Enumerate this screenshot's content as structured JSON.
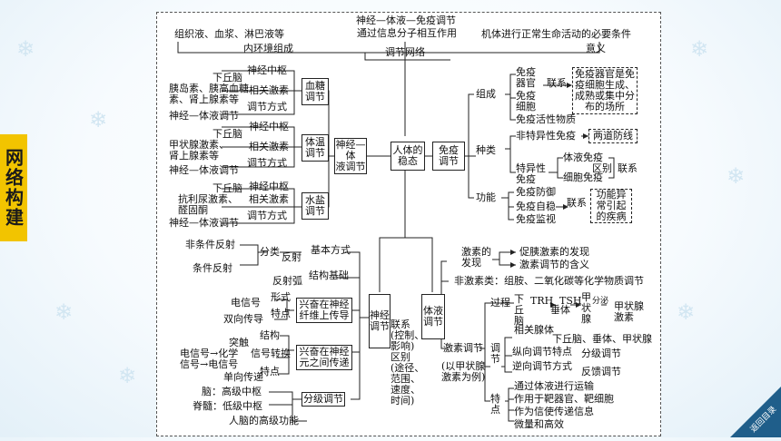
{
  "side_title": "网络构建",
  "back_button": "返回目录",
  "top": {
    "center_title_1": "神经—体液—免疫调节",
    "center_title_2": "通过信息分子相互作用",
    "left_note": "组织液、血浆、淋巴液等",
    "right_note": "机体进行正常生命活动的必要条件",
    "link_left": "内环境组成",
    "link_center": "调节网络",
    "link_right": "意义"
  },
  "center": {
    "nh": "神经—体\n液调节",
    "homeo": "人体的\n稳态",
    "immune": "免疫\n调节"
  },
  "left_upper": {
    "sugar": {
      "box": "血糖\n调节",
      "center_label": "神经中枢",
      "center": "下丘脑",
      "hormone_label": "相关激素",
      "hormone": "胰岛素、胰高血糖\n素、肾上腺素等",
      "mode_label": "调节方式",
      "mode": "神经—体液调节"
    },
    "temp": {
      "box": "体温\n调节",
      "center_label": "神经中枢",
      "center": "下丘脑",
      "hormone_label": "相关激素",
      "hormone": "甲状腺激素、\n肾上腺素等",
      "mode_label": "调节方式",
      "mode": "神经—体液调节"
    },
    "water": {
      "box": "水盐\n调节",
      "center_label": "神经中枢",
      "center": "下丘脑",
      "hormone_label": "相关激素",
      "hormone": "抗利尿激素、\n醛固酮",
      "mode_label": "调节方式",
      "mode": "神经—体液调节"
    }
  },
  "immune": {
    "composition": "组成",
    "organ": "免疫\n器官",
    "cell": "免疫\n细胞",
    "active": "免疫活性物质",
    "link": "联系",
    "organ_note": "免疫器官是免\n疫细胞生成、\n成熟或集中分\n布的场所",
    "types": "种类",
    "nonspecific": "非特异性免疫",
    "two_lines": "两道防线",
    "specific": "特异性\n免疫",
    "humoral": "体液免疫",
    "cellular": "细胞免疫",
    "diff": "区别",
    "rel": "联系",
    "function": "功能",
    "defense": "免疫防御",
    "selfstable": "免疫自稳",
    "surveil": "免疫监视",
    "func_link": "联系",
    "func_note": "功能异\n常引起\n的疾病"
  },
  "neural": {
    "box": "神经\n调节",
    "basic_mode": "基本方式",
    "reflex": "反射",
    "classify": "分类",
    "uncond": "非条件反射",
    "cond": "条件反射",
    "arc": "反射弧",
    "structure_basis": "结构基础",
    "fiber": "兴奋在神经\n纤维上传导",
    "form": "形式",
    "feature": "特点",
    "electric": "电信号",
    "bidir": "双向传导",
    "between": "兴奋在神经\n元之间传递",
    "structure": "结构",
    "conversion": "信号转换",
    "feature2": "特点",
    "synapse": "突触",
    "e2c": "电信号→化学",
    "c2e": "信号→电信号",
    "oneway": "单向传递",
    "graded": "分级调节",
    "brain": "脑：高级中枢",
    "spinal": "脊髓：低级中枢",
    "highfunc": "人脑的高级功能"
  },
  "humoral": {
    "box": "体液\n调节",
    "link": "联系\n(控制、\n影响)\n区别\n(途径、\n范围、\n速度、\n时间)",
    "discovery": "激素的\n发现",
    "secretin": "促胰激素的发现",
    "concept": "激素调节的含义",
    "nonhormone": "非激素类：组胺、二氧化碳等化学物质调节",
    "hormone_reg": "激素调节",
    "example": "(以甲状腺\n激素为例)",
    "process": "过程",
    "hypo": "下\n丘\n脑",
    "trh": "TRH",
    "pituitary": "垂体",
    "tsh": "TSH",
    "thyroid": "甲\n状\n腺",
    "secrete": "分泌",
    "th": "甲状腺\n激素",
    "reg": "调\n节",
    "axis_label": "相关腺体",
    "axis": "下丘脑、垂体、甲状腺",
    "vert": "纵向调节特点",
    "graded": "分级调节",
    "reverse": "逆向调节方式",
    "feedback": "反馈调节",
    "traits": "特\n点",
    "f1": "通过体液进行运输",
    "f2": "作用于靶器官、靶细胞",
    "f3": "作为信使传递信息",
    "f4": "微量和高效"
  }
}
